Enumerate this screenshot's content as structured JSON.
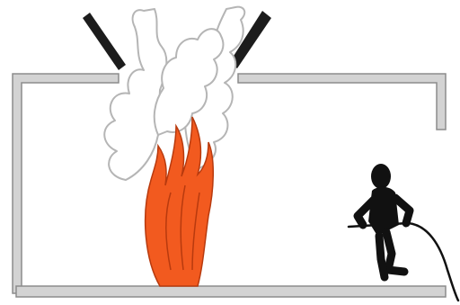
{
  "scene": {
    "elements": [
      "room-wall",
      "roof-vent-left",
      "roof-vent-right",
      "smoke-plume",
      "fire",
      "firefighter",
      "fire-hose"
    ]
  },
  "colors": {
    "background": "#ffffff",
    "wall_fill": "#d3d3d3",
    "wall_stroke": "#8c8c8c",
    "vent_flap": "#1c1c1c",
    "smoke_fill": "#ffffff",
    "smoke_stroke": "#b5b5b5",
    "fire_outer": "#f25a1f",
    "fire_inner_stroke": "#b83a0e",
    "firefighter": "#111111",
    "hose": "#111111"
  }
}
